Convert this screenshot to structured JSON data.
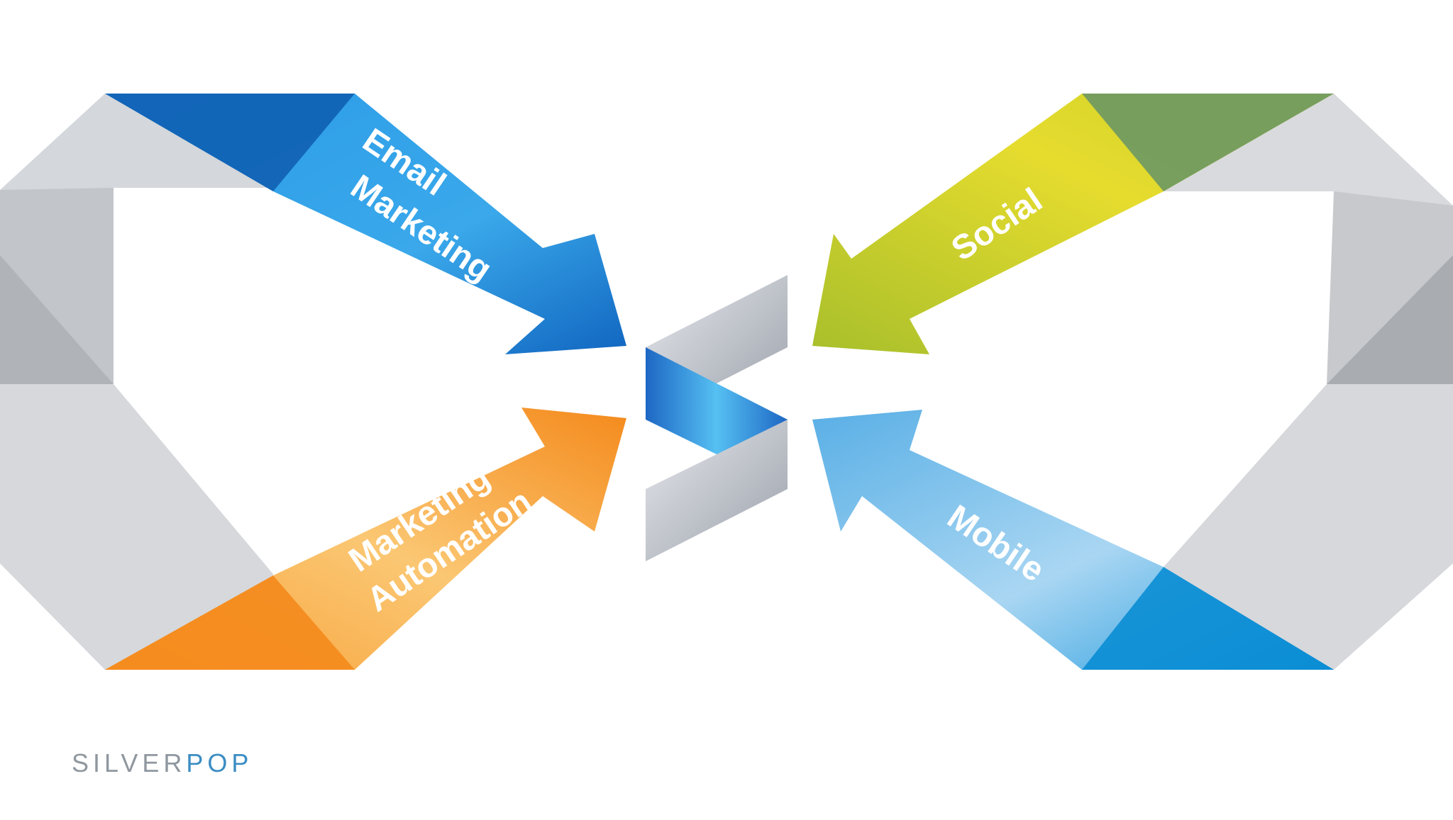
{
  "arrows": {
    "email_line1": "Email",
    "email_line2": "Marketing",
    "automation_line1": "Marketing",
    "automation_line2": "Automation",
    "social": "Social",
    "mobile": "Mobile"
  },
  "brand": {
    "part1": "SILVER",
    "part2": "POP"
  },
  "colors": {
    "email_blue": "#1f8ee0",
    "email_dark": "#0f5fb3",
    "automation_orange": "#f6931e",
    "social_green": "#b7c62a",
    "social_dark_green": "#6d9863",
    "mobile_blue": "#5fb3e6",
    "mobile_dark": "#0a8dd4",
    "brand_silver": "#8f979f",
    "brand_pop": "#3b8dc3"
  }
}
